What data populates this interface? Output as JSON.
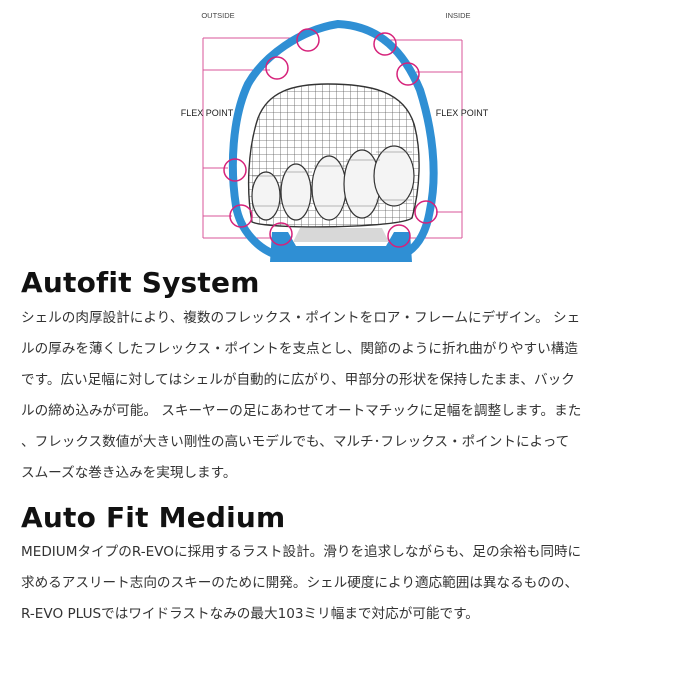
{
  "diagram": {
    "label_outside": "OUTSIDE",
    "label_inside": "INSIDE",
    "label_flex_left": "FLEX POINT",
    "label_flex_right": "FLEX POINT",
    "colors": {
      "shell": "#2f8fd4",
      "flex_marker": "#d6217a",
      "guide_line": "#d9569a",
      "foot_mesh": "#555555",
      "sole": "#d8d8d8"
    }
  },
  "sections": [
    {
      "title": "Autofit System",
      "lines": [
        "シェルの肉厚設計により、複数のフレックス・ポイントをロア・フレームにデザイン。 シェ",
        "ルの厚みを薄くしたフレックス・ポイントを支点とし、関節のように折れ曲がりやすい構造",
        "です。広い足幅に対してはシェルが自動的に広がり、甲部分の形状を保持したまま、バック",
        "ルの締め込みが可能。 スキーヤーの足にあわせてオートマチックに足幅を調整します。また",
        "、フレックス数値が大きい剛性の高いモデルでも、マルチ･フレックス・ポイントによって",
        "スムーズな巻き込みを実現します。"
      ]
    },
    {
      "title": "Auto Fit Medium",
      "lines": [
        "MEDIUMタイプのR-EVOに採用するラスト設計。滑りを追求しながらも、足の余裕も同時に",
        "求めるアスリート志向のスキーのために開発。シェル硬度により適応範囲は異なるものの、",
        "R-EVO PLUSではワイドラストなみの最大103ミリ幅まで対応が可能です。"
      ]
    }
  ]
}
